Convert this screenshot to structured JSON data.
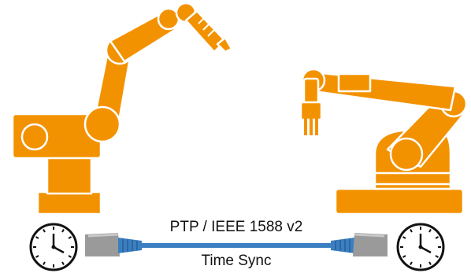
{
  "diagram": {
    "protocol_label": "PTP / IEEE 1588 v2",
    "caption": "Time Sync",
    "elements": [
      {
        "name": "left-robot-arm",
        "icon": "industrial-robot-icon"
      },
      {
        "name": "right-robot-arm",
        "icon": "industrial-robot-icon"
      },
      {
        "name": "left-clock",
        "icon": "clock-icon"
      },
      {
        "name": "right-clock",
        "icon": "clock-icon"
      },
      {
        "name": "ethernet-cable",
        "icon": "network-cable-icon"
      }
    ]
  },
  "colors": {
    "robot": "#F39200",
    "robot_outline": "#ffffff",
    "cable": "#3A7FC1",
    "connector": "#9A9A9A",
    "clock": "#111111"
  }
}
